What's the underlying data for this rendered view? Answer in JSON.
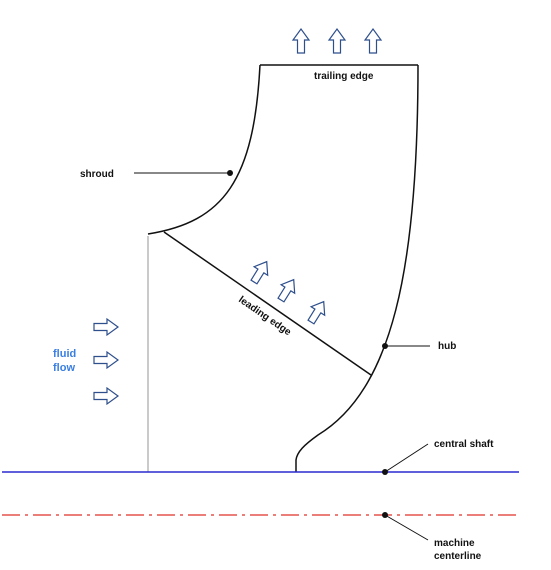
{
  "labels": {
    "trailing_edge": "trailing edge",
    "shroud": "shroud",
    "leading_edge": "leading edge",
    "hub": "hub",
    "fluid_flow_line1": "fluid",
    "fluid_flow_line2": "flow",
    "central_shaft": "central shaft",
    "machine_centerline_line1": "machine",
    "machine_centerline_line2": "centerline"
  },
  "colors": {
    "outline": "#111111",
    "arrow_stroke": "#2e4f8c",
    "inlet_edge": "#b8b8b8",
    "shaft": "#2a2ad0",
    "centerline": "#e0302a",
    "flow_text": "#3a7ee0"
  }
}
